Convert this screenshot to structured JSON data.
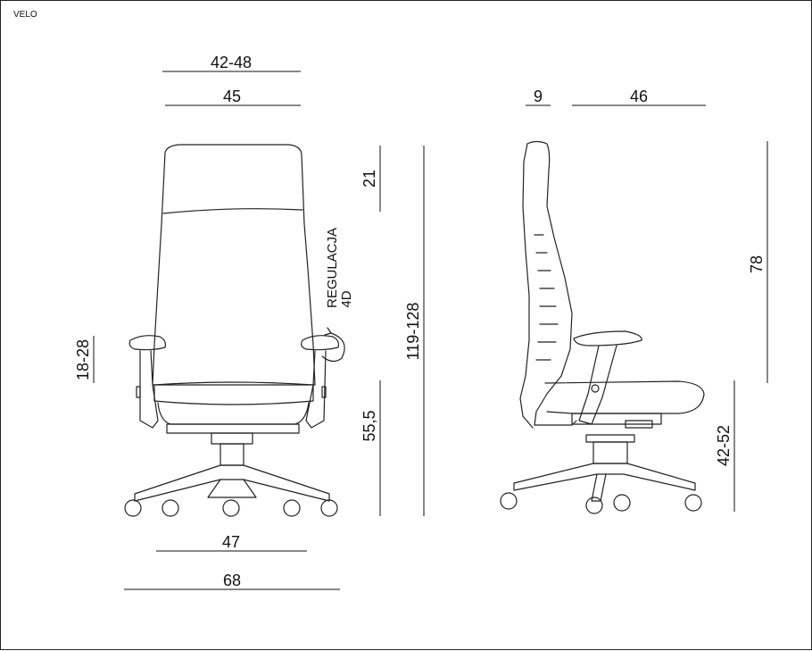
{
  "model": "VELO",
  "front": {
    "dims": {
      "armrest_width": "42-48",
      "seat_width": "45",
      "armrest_height": "18-28",
      "seat_height": "55,5",
      "total_height": "119-128",
      "headrest_height": "21",
      "seat_bottom": "47",
      "base_width": "68"
    },
    "note_line1": "REGULACJA",
    "note_line2": "4D"
  },
  "side": {
    "dims": {
      "backrest_depth": "9",
      "seat_depth": "46",
      "back_height": "78",
      "seat_height_range": "42-52"
    }
  }
}
